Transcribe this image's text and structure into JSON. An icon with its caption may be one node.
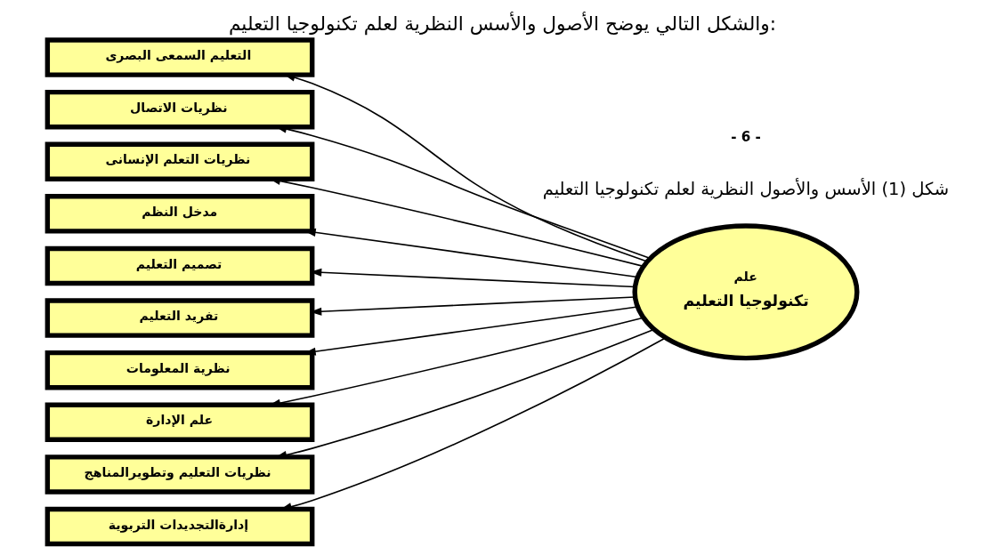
{
  "diagram": {
    "title": "والشكل التالي يوضح الأصول والأسس النظرية لعلم تكنولوجيا التعليم:",
    "caption": "شكل (1) الأسس والأصول النظرية لعلم تكنولوجيا التعليم",
    "nodes": [
      {
        "text": [
          "علم",
          "تكنولوجيا التعليم"
        ]
      },
      {
        "text": [
          "التعليم السمعى البصرى"
        ]
      },
      {
        "text": [
          "نظريات الاتصال"
        ]
      },
      {
        "text": [
          "نظريات التعلم الإنسانى"
        ]
      },
      {
        "text": [
          "مدخل النظم"
        ]
      },
      {
        "text": [
          "تصميم التعليم"
        ]
      },
      {
        "text": [
          "تفريد التعليم"
        ]
      },
      {
        "text": [
          "نظرية المعلومات"
        ]
      },
      {
        "text": [
          "علم الإدارة"
        ]
      },
      {
        "text": [
          "نظريات التعليم وتطويرالمناهج"
        ]
      },
      {
        "text": [
          "إدارةالتجديدات التربوية"
        ]
      }
    ],
    "edges": [
      {
        "from": 0,
        "to": 1,
        "arrow": "to"
      },
      {
        "from": 0,
        "to": 2,
        "arrow": "to"
      },
      {
        "from": 0,
        "to": 3,
        "arrow": "to"
      },
      {
        "from": 0,
        "to": 4,
        "arrow": "to"
      },
      {
        "from": 0,
        "to": 5,
        "arrow": "to"
      },
      {
        "from": 0,
        "to": 6,
        "arrow": "to"
      },
      {
        "from": 0,
        "to": 7,
        "arrow": "to"
      },
      {
        "from": 0,
        "to": 8,
        "arrow": "to"
      },
      {
        "from": 0,
        "to": 9,
        "arrow": "to"
      },
      {
        "from": 0,
        "to": 10,
        "arrow": "to"
      }
    ],
    "labels": [
      "- 6 -"
    ]
  }
}
